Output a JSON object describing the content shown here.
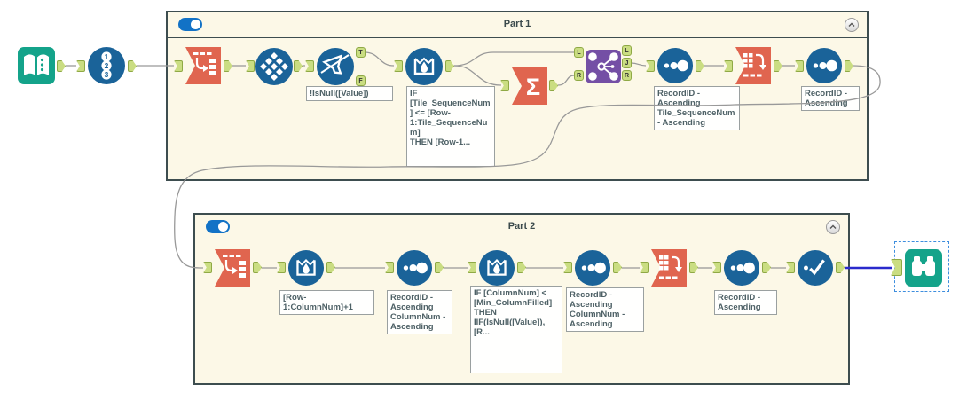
{
  "containers": {
    "part1": {
      "title": "Part 1",
      "toggle_on": true
    },
    "part2": {
      "title": "Part 2",
      "toggle_on": true
    }
  },
  "anchor_labels": {
    "t": "T",
    "f": "F",
    "l": "L",
    "j": "J",
    "r": "R"
  },
  "icons": {
    "sigma": "Σ",
    "record_n1": "1",
    "record_n2": "2",
    "record_n3": "3"
  },
  "annotations": {
    "filter_true": "!IsNull([Value])",
    "multirow_tile": "IF\n[Tile_SequenceNum] <= [Row-1:Tile_SequenceNum]\nTHEN [Row-1...",
    "sort_tile": "RecordID - Ascending\nTile_SequenceNum - Ascending",
    "sort_recordid_p1": "RecordID - Ascending",
    "multirow_colnum": "[Row-1:ColumnNum]+1",
    "sort_colnum_1": "RecordID - Ascending\nColumnNum - Ascending",
    "multirow_fill": "IF [ColumnNum] < [Min_ColumnFilled]\nTHEN IIF(IsNull([Value]),[R...",
    "sort_colnum_2": "RecordID - Ascending\nColumnNum - Ascending",
    "sort_recordid_p2": "RecordID - Ascending"
  },
  "colors": {
    "tool_blue": "#1A6399",
    "tool_coral": "#E0654F",
    "tool_teal": "#14A38A",
    "tool_purple": "#744FA5",
    "anchor_green": "#CADD82",
    "container_bg": "#FCF8E7",
    "container_border": "#3D4D4F",
    "wire_gray": "#999999",
    "wire_selected_blue": "#2A2ACC"
  }
}
